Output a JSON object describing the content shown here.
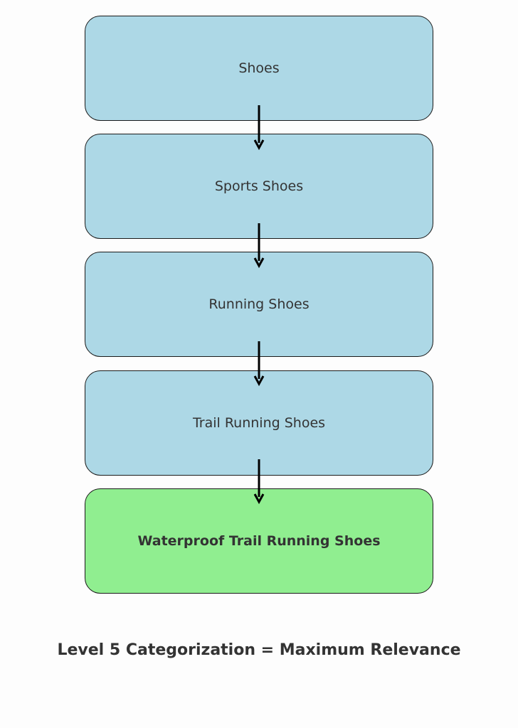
{
  "diagram": {
    "nodes": [
      {
        "label": "Shoes"
      },
      {
        "label": "Sports Shoes"
      },
      {
        "label": "Running Shoes"
      },
      {
        "label": "Trail Running Shoes"
      },
      {
        "label": "Waterproof Trail Running Shoes"
      }
    ],
    "footer": "Level 5 Categorization = Maximum Relevance"
  },
  "colors": {
    "level_fill": "#add8e6",
    "final_fill": "#90ee90",
    "text": "#333333",
    "border": "#1a1a1a"
  }
}
